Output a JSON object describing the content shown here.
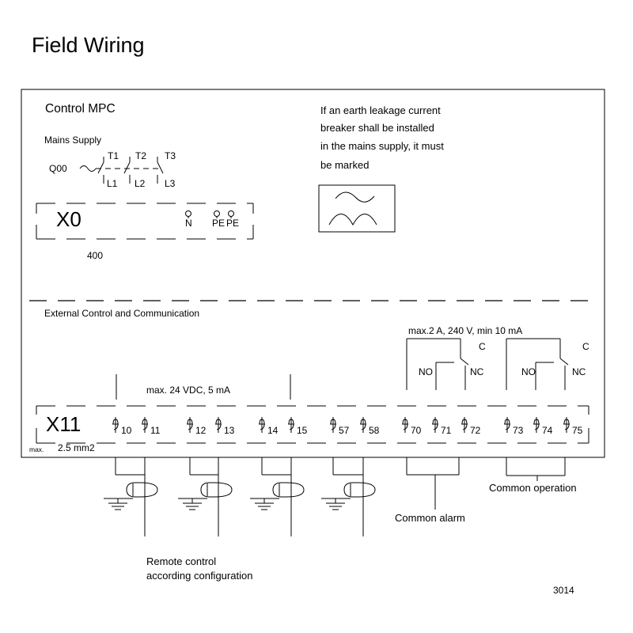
{
  "page_title": "Field Wiring",
  "figure_number": "3014",
  "control_unit": {
    "title": "Control MPC",
    "mains_supply_label": "Mains Supply",
    "switch_label": "Q00",
    "switch_terminals": {
      "top": [
        "T1",
        "T2",
        "T3"
      ],
      "bottom": [
        "L1",
        "L2",
        "L3"
      ]
    },
    "connector_x0": {
      "label": "X0",
      "terminals": [
        "N",
        "PE",
        "PE"
      ],
      "voltage": "400"
    },
    "earth_leakage_note": [
      "If an earth leakage current",
      "breaker shall be installed",
      "in the mains supply, it must",
      "be marked"
    ]
  },
  "external": {
    "section_title": "External Control and Communication",
    "inputs_rating": "max. 24 VDC, 5 mA",
    "relay_rating": "max.2 A, 240 V, min 10 mA",
    "connector_x11": {
      "label": "X11",
      "wire_size_prefix": "max.",
      "wire_size": "2.5 mm2",
      "terminals": [
        "10",
        "11",
        "12",
        "13",
        "14",
        "15",
        "57",
        "58",
        "70",
        "71",
        "72",
        "73",
        "74",
        "75"
      ]
    },
    "relay_alarm": {
      "common": "C",
      "no": "NO",
      "nc": "NC",
      "label": "Common alarm"
    },
    "relay_operation": {
      "common": "C",
      "no": "NO",
      "nc": "NC",
      "label": "Common operation"
    },
    "remote_control_label": [
      "Remote control",
      "according configuration"
    ]
  }
}
